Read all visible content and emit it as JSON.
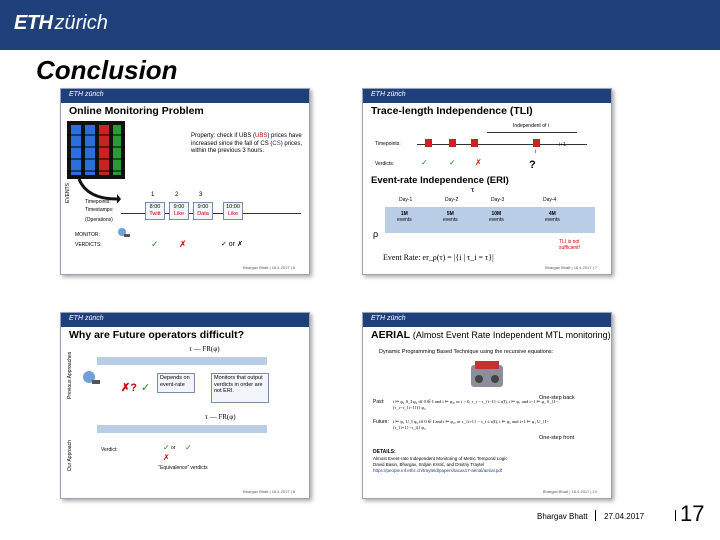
{
  "header": {
    "logo_eth": "ETH",
    "logo_zurich": "zürich",
    "bar_color": "#1f407a"
  },
  "slide_title": "Conclusion",
  "thumbnails": [
    {
      "logo": "ETH zürich",
      "title": "Online Monitoring Problem",
      "property_text": [
        "Property: check if UBS (",
        "UBS",
        ") prices have increased since the fall of CS (",
        "CS",
        ") prices, within the previous 3 hours."
      ],
      "row_labels": [
        "Timepoints:",
        "Timestamps:",
        "(Operations)"
      ],
      "timepoints": [
        "1",
        "2",
        "3"
      ],
      "event_values": [
        "8:00",
        "9:00",
        "9:00",
        "10:00"
      ],
      "event_sub": [
        "Twitt",
        "Like",
        "Data",
        "Like"
      ],
      "side_label": "EVENTS",
      "monitor_label": "MONITOR:",
      "verdicts_label": "VERDICTS:",
      "verdicts": [
        "✓",
        "✗",
        "✓ or ✗"
      ],
      "footer": "Bhargav Bhatt | 18.4.2017 | 6"
    },
    {
      "logo": "ETH zürich",
      "title": "Trace-length Independence (TLI)",
      "independent_label": "Independent of i",
      "timepoints_label": "Timepoints:",
      "verdicts_label": "Verdicts:",
      "question_mark": "?",
      "i_label": "i",
      "ip1_label": "i+1",
      "eri_title": "Event-rate Independence (ERI)",
      "tau": "τ",
      "days": [
        "Day-1",
        "Day-2",
        "Day-3",
        "Day-4"
      ],
      "event_counts": [
        {
          "value": "1M",
          "unit": "events"
        },
        {
          "value": "5M",
          "unit": "events"
        },
        {
          "value": "10M",
          "unit": "events"
        },
        {
          "value": "4M",
          "unit": "events"
        }
      ],
      "rho": "ρ",
      "tli_note": "TLI is not sufficient!",
      "formula_label": "Event Rate:",
      "formula": "er_ρ(τ) = |{i | τ_i = τ}|",
      "footer": "Bhargav Bhatt | 18.4.2017 | 7"
    },
    {
      "logo": "ETH zürich",
      "title": "Why are Future operators difficult?",
      "previous_label": "Previous Approaches",
      "our_label": "Our Approach",
      "formula_1": "τ — FR(φ)",
      "depends_note": "Depends on event-rate",
      "monitors_note": "Monitors that output verdicts in order are not ERI.",
      "formula_2": "τ — FR(φ)",
      "verdict_label": "Verdict:",
      "or_label": "or",
      "equivalence_note": "“Equivalence” verdicts",
      "footer": "Bhargav Bhatt | 18.4.2017 | 8"
    },
    {
      "logo": "ETH zürich",
      "title": "AERIAL",
      "subtitle": "(Almost Event Rate Independent MTL monitoring)",
      "intro": "Dynamic Programming Based Technique using the recursive equations:",
      "past_label": "Past:",
      "future_label": "Future:",
      "past_eq": "i ⊨ φ₁ S_I φ₂   iff   0 ∈ I and i ⊨ φ₂, or  i > 0, τ_i − τ_{i−1} ≤ r(I), i ⊨ φ₁ and i−1 ⊨ φ₁ S_{I−(τ_i−τ_{i−1})} φ₂",
      "future_eq": "i ⊨ φ₁ U_I φ₂   iff   0 ∈ I and i ⊨ φ₂, or  τ_{i+1} − τ_i ≤ r(I), i ⊨ φ₁ and i+1 ⊨ φ₁ U_{I−(τ_{i+1}−τ_i)} φ₂",
      "one_step_back": "One-step back",
      "one_step_front": "One-step front",
      "details_label": "DETAILS:",
      "details_title": "Almost Event-rate Independent Monitoring of Metric Temporal Logic",
      "details_authors": "David Basin, Bhargav, Srdjan Krstić, and Dmitriy Traytel",
      "details_url": "https://people.inf.ethz.ch/trayteld/papers/tacas17-aerial/aerial.pdf",
      "footer": "Bhargav Bhatt | 18.4.2017 | 10"
    }
  ],
  "footer": {
    "presenter": "Bhargav Bhatt",
    "date": "27.04.2017",
    "page": "17"
  }
}
